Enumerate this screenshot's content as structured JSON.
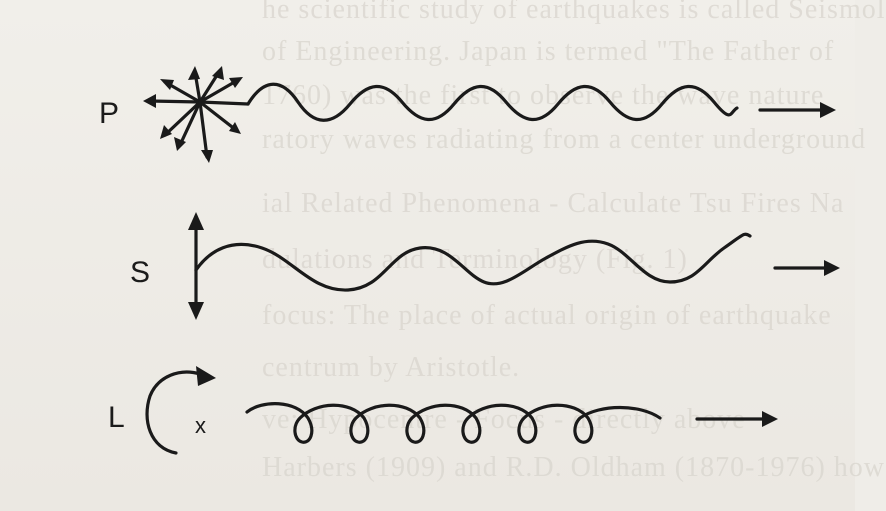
{
  "labels": {
    "p": "P",
    "s": "S",
    "l": "L",
    "axis": "x"
  },
  "bleed_text": [
    "he scientific study of earthquakes is called Seismol",
    "of Engineering. Japan is termed \"The Father of",
    "1760) was the first to observe the wave nature",
    "ratory waves radiating from a center underground",
    "ial Related Phenomena - Calculate Tsu Fires Na",
    "dulations and Terminology (Fig. 1)",
    "focus: The place of actual origin of earthquake",
    "centrum by Aristotle.",
    "ve: Hypocentre - Focus - directly above",
    "Harbers (1909) and R.D. Oldham (1870-1976) how"
  ],
  "colors": {
    "ink": "#1a1a1a",
    "paper": "#efede8",
    "bleed": "#d9d5ce"
  }
}
